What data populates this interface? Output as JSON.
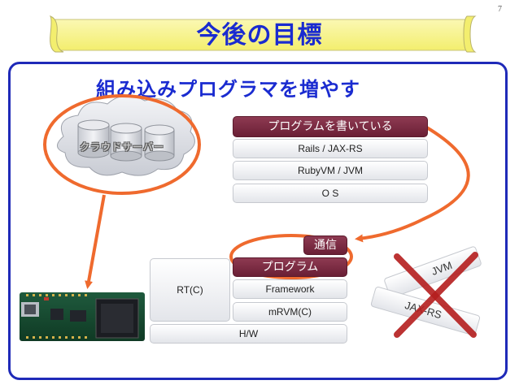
{
  "page_number": "7",
  "title": "今後の目標",
  "subtitle": "組み込みプログラマを増やす",
  "cloud_label": "クラウドサーバー",
  "server_stack": {
    "top": "プログラムを書いている",
    "layers": [
      "Rails  /  JAX-RS",
      "RubyVM  /  JVM",
      "O S"
    ]
  },
  "device_stack": {
    "comm": "通信",
    "program": "プログラム",
    "framework": "Framework",
    "vm": "mRVM(C)",
    "rt": "RT(C)",
    "hw": "H/W"
  },
  "crossed_out": [
    "JVM",
    "JAX-RS"
  ],
  "colors": {
    "accent_blue": "#1a2bd0",
    "frame_blue": "#1f2ab8",
    "banner_yellow": "#f9f591",
    "program_bar": "#7a2a42",
    "orange": "#ef6a2e",
    "cross_red": "#b51e1e"
  }
}
